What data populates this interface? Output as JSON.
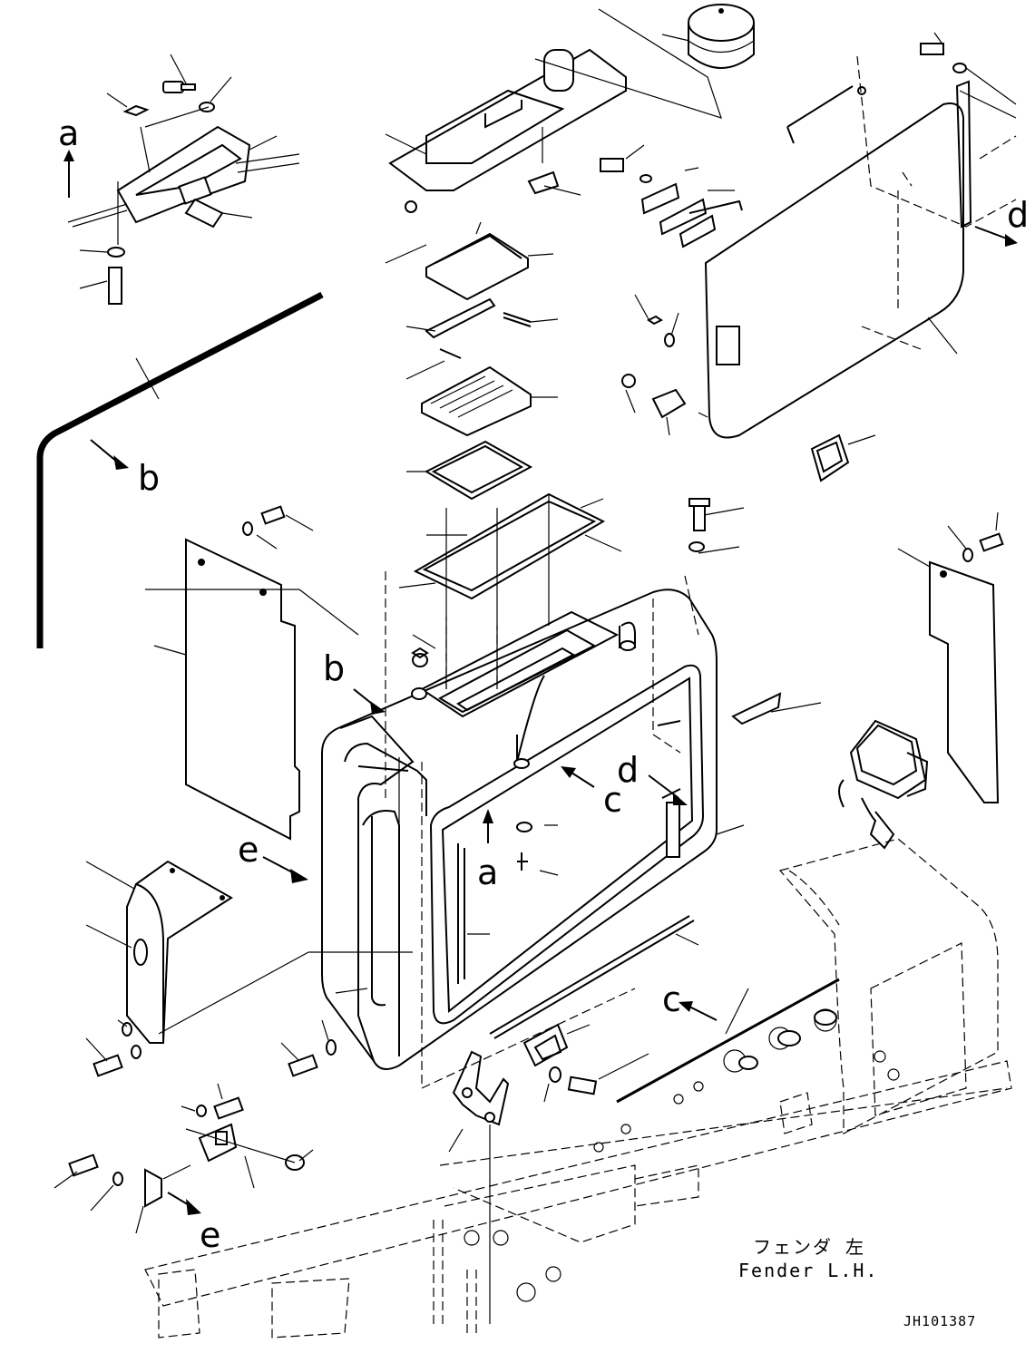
{
  "diagram": {
    "view_labels": {
      "a": "a",
      "b": "b",
      "c": "c",
      "d": "d",
      "e": "e"
    },
    "caption_jp": "フェンダ 左",
    "caption_en": "Fender L.H.",
    "drawing_id": "JH101387"
  }
}
